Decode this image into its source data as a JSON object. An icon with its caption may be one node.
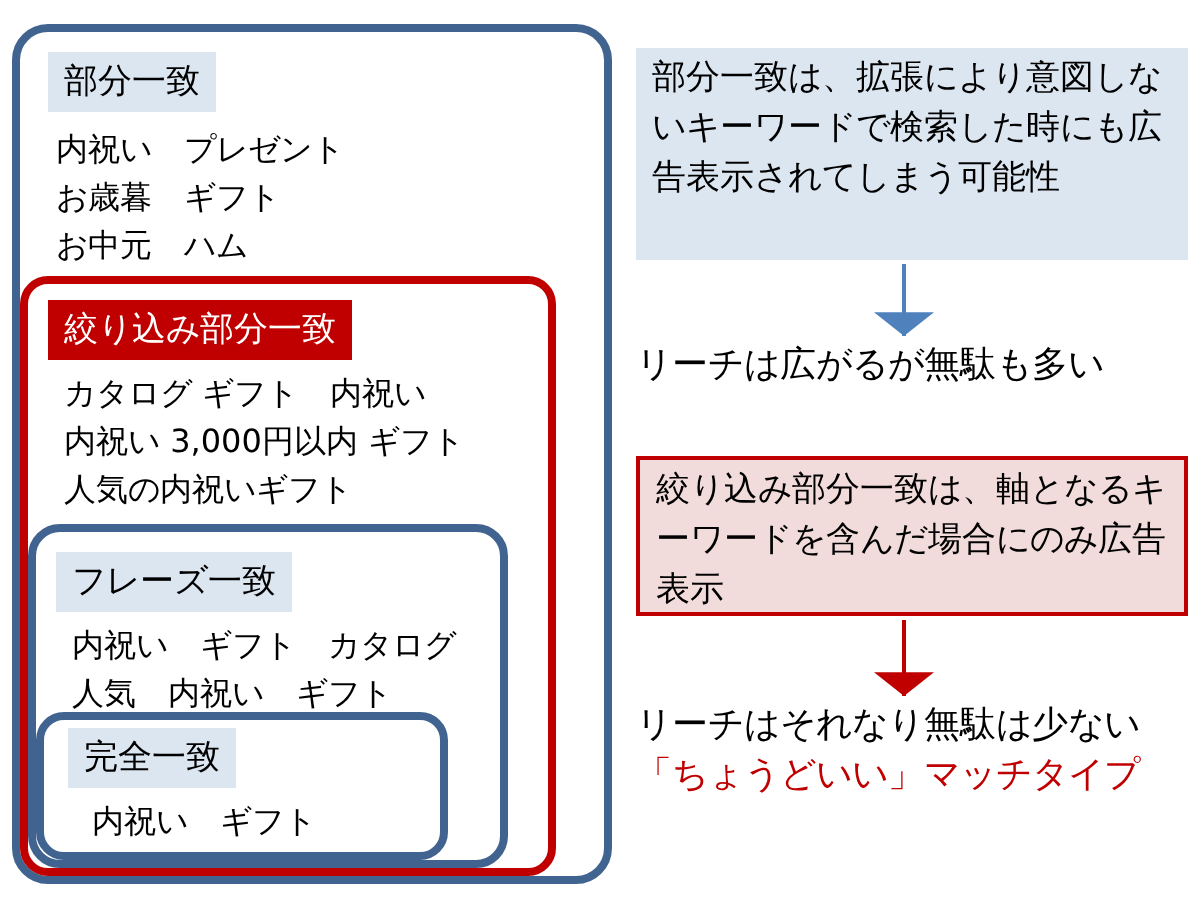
{
  "diagram": {
    "nodes": [
      {
        "text": [
          "部分一致",
          "内祝い　プレゼント",
          "お歳暮　ギフト",
          "お中元　ハム"
        ]
      },
      {
        "text": [
          "絞り込み部分一致",
          "カタログ ギフト　内祝い",
          "内祝い 3,000円以内 ギフト",
          "人気の内祝いギフト"
        ],
        "in": 0
      },
      {
        "text": [
          "フレーズ一致",
          "内祝い　ギフト　カタログ",
          "人気　内祝い　ギフト"
        ],
        "in": 1
      },
      {
        "text": [
          "完全一致",
          "内祝い　ギフト"
        ],
        "in": 2
      },
      {
        "text": [
          "部分一致は、拡張により意図しないキーワードで検索した時にも広告表示されてしまう可能性"
        ]
      },
      {
        "text": [
          "リーチは広がるが無駄も多い"
        ]
      },
      {
        "text": [
          "絞り込み部分一致は、軸となるキーワードを含んだ場合にのみ広告表示"
        ]
      },
      {
        "text": [
          "リーチはそれなり無駄は少ない",
          "「ちょうどいい」マッチタイプ"
        ]
      }
    ],
    "edges": [
      {
        "from": 4,
        "to": 5,
        "arrow": "to",
        "color": "#4f81bd"
      },
      {
        "from": 6,
        "to": 7,
        "arrow": "to",
        "color": "#c00000"
      }
    ]
  }
}
